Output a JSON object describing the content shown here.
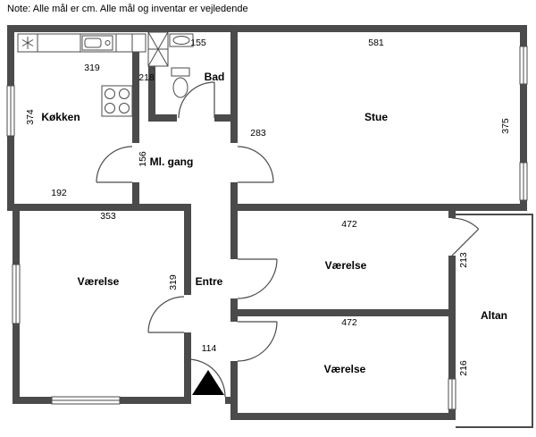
{
  "note": "Note: Alle mål er cm. Alle mål og inventar er vejledende",
  "rooms": {
    "koekken": "Køkken",
    "bad": "Bad",
    "stue": "Stue",
    "gang": "Ml. gang",
    "vaerelse_left": "Værelse",
    "entre": "Entre",
    "vaerelse_mid": "Værelse",
    "vaerelse_bottom": "Værelse",
    "altan": "Altan"
  },
  "dims": {
    "bad_top": "155",
    "stue_top": "581",
    "koekken_counter": "319",
    "koekken_wall": "218",
    "koekken_left": "374",
    "stue_right": "375",
    "gang_width": "283",
    "gang_wall": "156",
    "koekken_bottom": "192",
    "vaerelse_left_top": "353",
    "vaerelse_left_wall": "319",
    "vaerelse_mid_top": "472",
    "vaerelse_mid_right": "213",
    "vaerelse_bottom_top": "472",
    "vaerelse_bottom_right": "216",
    "entre_door": "114"
  },
  "colors": {
    "wall": "#4b4b4b",
    "background": "#ffffff",
    "text": "#000000",
    "entrance_arrow": "#000000"
  }
}
